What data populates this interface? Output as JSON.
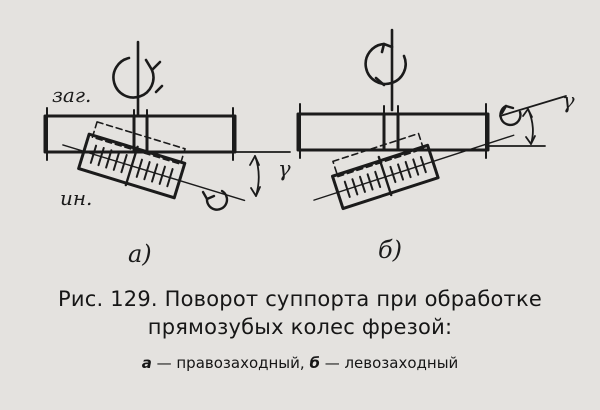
{
  "figure": {
    "left": {
      "workpiece_label": "заг.",
      "tool_label": "ин.",
      "angle_label": "γ",
      "sublabel": "а)"
    },
    "right": {
      "angle_label": "γ",
      "sublabel": "б)"
    }
  },
  "caption": {
    "line1": "Рис. 129. Поворот суппорта при обработке",
    "line2": "прямозубых колес фрезой:",
    "item_a_letter": "а",
    "item_a_text": " — правозаходный, ",
    "item_b_letter": "б",
    "item_b_text": " — левозаходный"
  },
  "colors": {
    "paper": "#e4e2df",
    "ink": "#1b1b1b"
  }
}
